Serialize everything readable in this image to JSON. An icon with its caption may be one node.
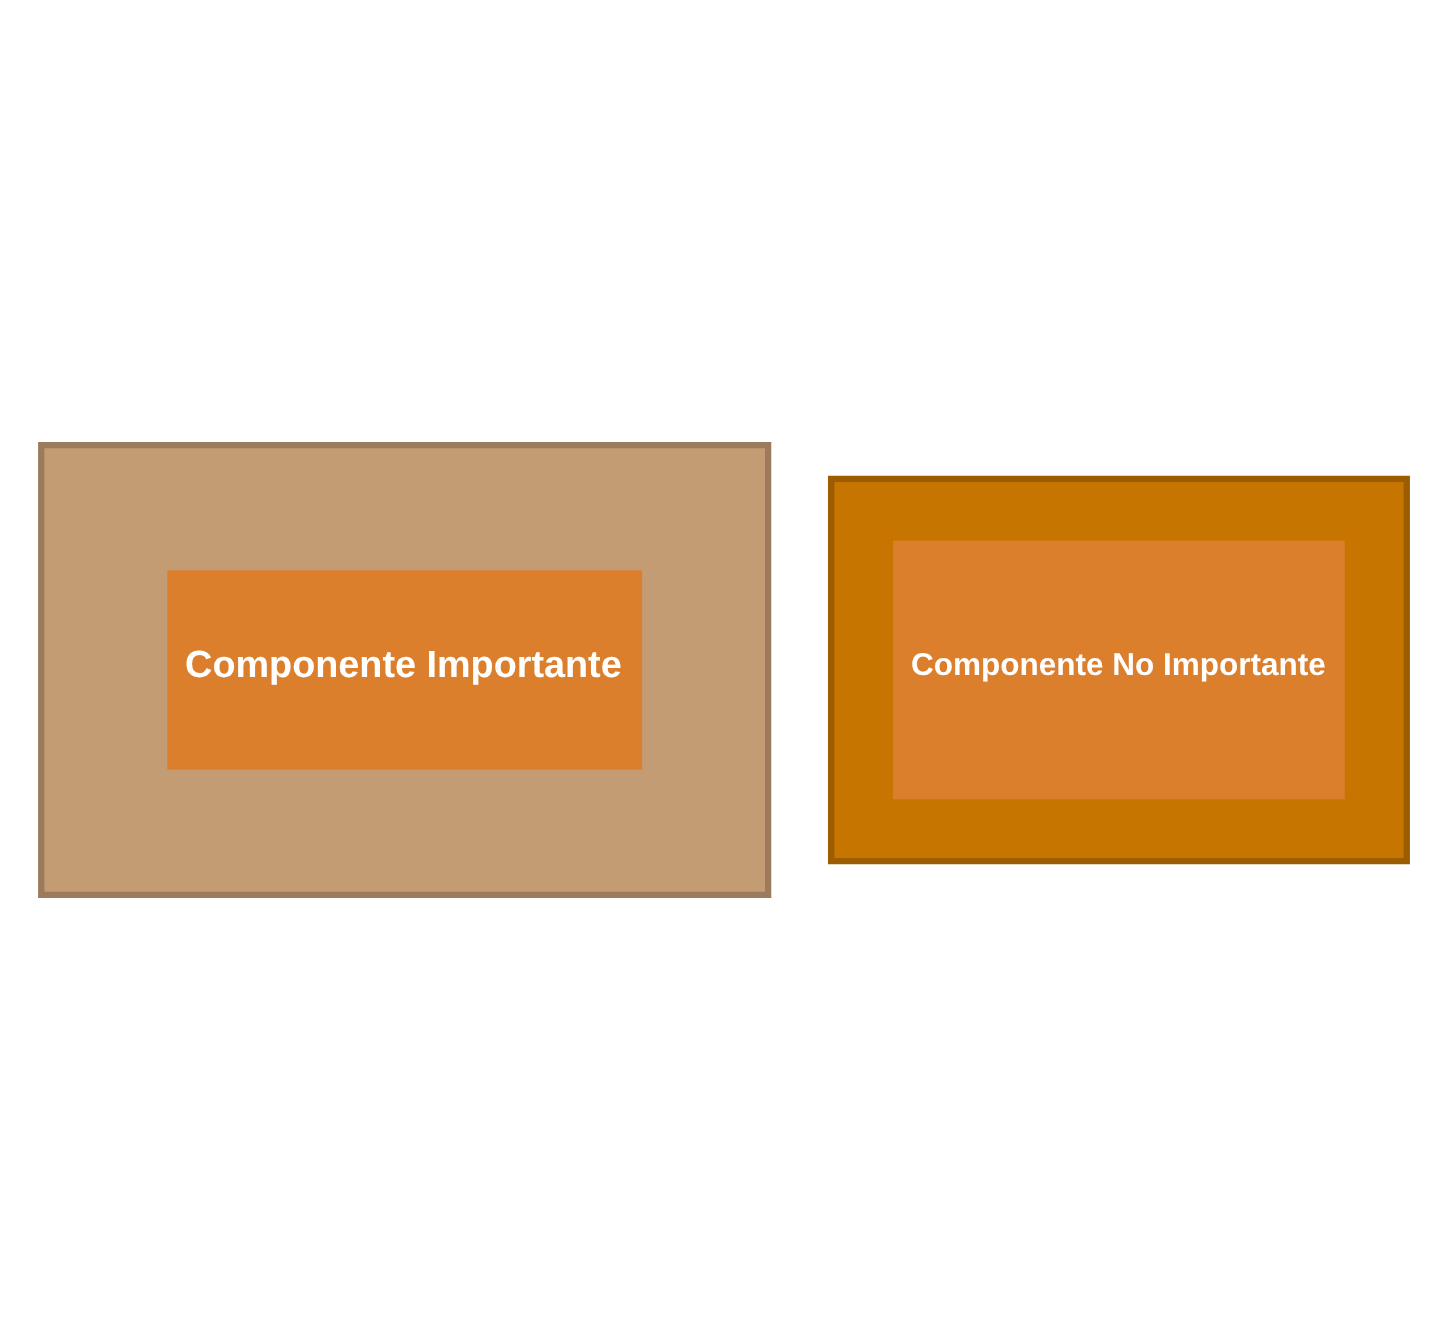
{
  "diagram": {
    "nodes": [
      {
        "text": [],
        "shape": "box"
      },
      {
        "text": [
          "Componente Importante"
        ],
        "in": 0
      },
      {
        "text": [],
        "shape": "box"
      },
      {
        "text": [
          "Componente No Importante"
        ],
        "in": 2
      }
    ]
  }
}
